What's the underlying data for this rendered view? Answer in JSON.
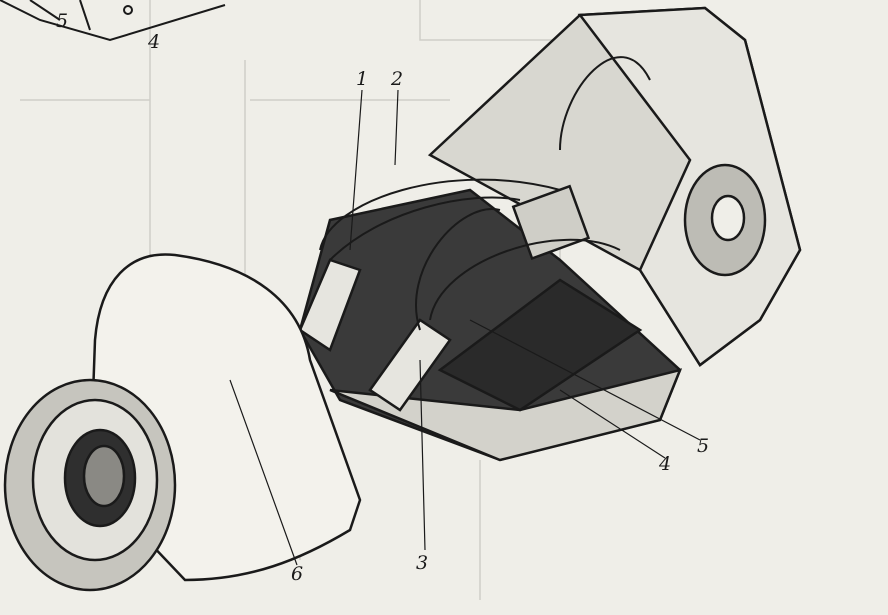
{
  "figure": {
    "callouts": [
      {
        "id": "top-5",
        "text": "5"
      },
      {
        "id": "top-4",
        "text": "4"
      },
      {
        "id": "c1",
        "text": "1"
      },
      {
        "id": "c2",
        "text": "2"
      },
      {
        "id": "c3",
        "text": "3"
      },
      {
        "id": "c4",
        "text": "4"
      },
      {
        "id": "c5",
        "text": "5"
      },
      {
        "id": "c6",
        "text": "6"
      }
    ],
    "colors": {
      "paper": "#efeee8",
      "ink": "#1a1a1a",
      "bleed": "#c9c8c2"
    }
  }
}
